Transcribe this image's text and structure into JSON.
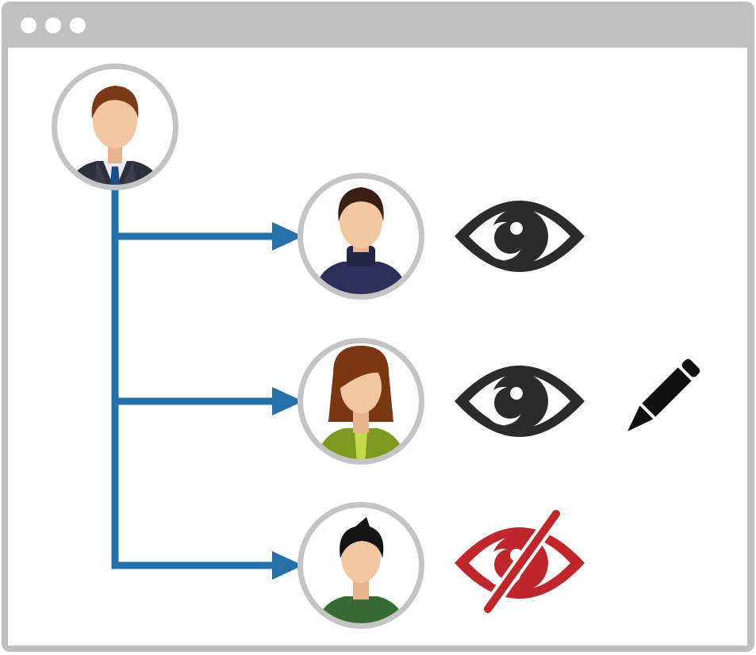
{
  "window": {
    "controls": [
      "dot",
      "dot",
      "dot"
    ],
    "frame_color": "#c0c0c0",
    "content_bg": "#ffffff"
  },
  "tree": {
    "connector_color": "#2470a8",
    "node_ring_color": "#c4c4c4"
  },
  "owner": {
    "avatar": "man-suit-avatar-icon"
  },
  "users": [
    {
      "avatar": "man-dark-sweater-avatar-icon",
      "permissions": [
        "view"
      ]
    },
    {
      "avatar": "woman-green-jacket-avatar-icon",
      "permissions": [
        "view",
        "edit"
      ]
    },
    {
      "avatar": "man-green-shirt-avatar-icon",
      "permissions": [
        "no-view"
      ]
    }
  ],
  "icons": {
    "view": {
      "name": "eye-icon",
      "color": "#2b2b2b"
    },
    "edit": {
      "name": "pencil-icon",
      "color": "#111111"
    },
    "no-view": {
      "name": "eye-slash-icon",
      "color": "#c0272d"
    }
  }
}
